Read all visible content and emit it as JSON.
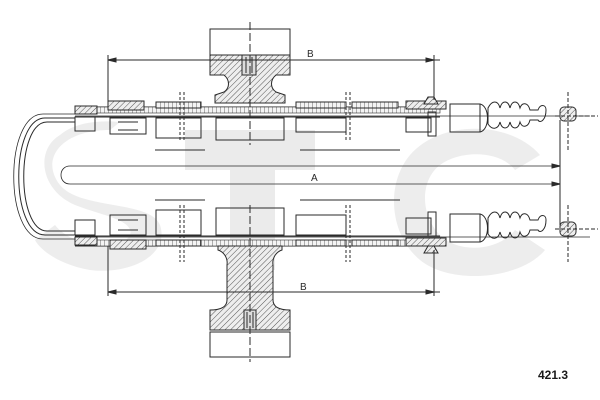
{
  "diagram": {
    "type": "technical-drawing",
    "subject": "cable-assembly",
    "watermark": {
      "text": "STC",
      "color": "#e8e8e8"
    },
    "dimensions": {
      "overall_length_label": "A",
      "upper_bracket_label": "B",
      "lower_bracket_label": "B"
    },
    "part_number": "421.3",
    "colors": {
      "line": "#2a2a2a",
      "hatch": "#555555",
      "background": "#ffffff"
    }
  }
}
